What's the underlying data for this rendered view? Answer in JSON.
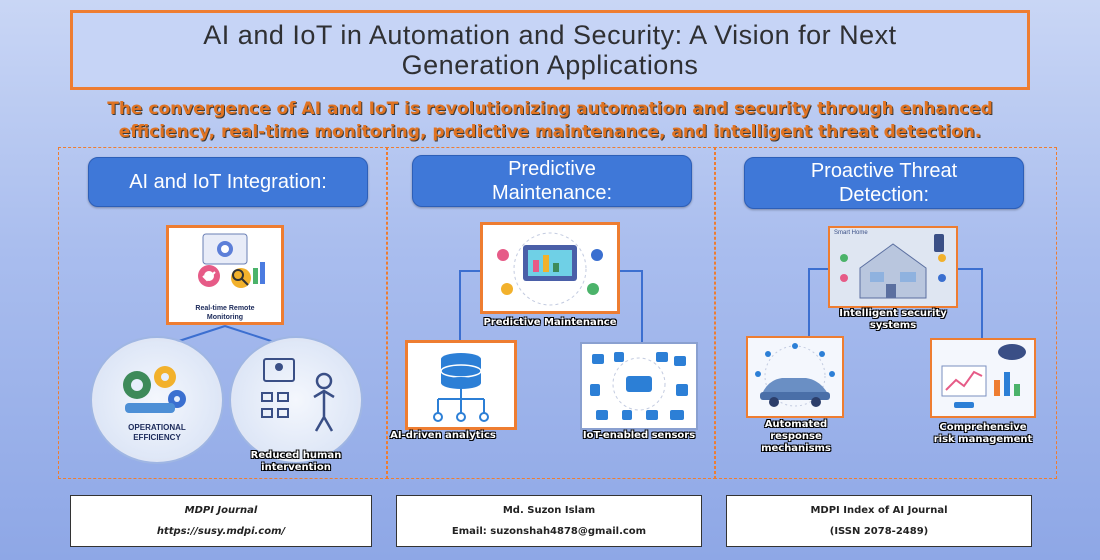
{
  "title": {
    "line1": "AI and IoT in Automation and Security: A Vision for Next",
    "line2": "Generation Applications"
  },
  "subtitle": {
    "line1": "The convergence of AI and IoT is revolutionizing automation and security through enhanced",
    "line2": "efficiency, real-time monitoring, predictive maintenance, and intelligent threat detection."
  },
  "sections": {
    "integration": {
      "heading": "AI and IoT Integration:",
      "main_image_caption": "Real-time Remote Monitoring",
      "left_badge_text1": "OPERATIONAL",
      "left_badge_text2": "EFFICIENCY",
      "right_caption": "Reduced human intervention"
    },
    "maintenance": {
      "heading_line1": "Predictive",
      "heading_line2": "Maintenance:",
      "main_caption": "Predictive Maintenance",
      "left_caption": "AI-driven analytics",
      "right_caption": "IoT-enabled sensors"
    },
    "threat": {
      "heading_line1": "Proactive Threat",
      "heading_line2": "Detection:",
      "main_label": "Smart Home",
      "main_caption": "Intelligent security systems",
      "left_caption": "Automated response mechanisms",
      "right_caption": "Comprehensive risk management"
    }
  },
  "footer": {
    "journal_name": "MDPI Journal",
    "journal_url": "https://susy.mdpi.com/",
    "author_name": "Md. Suzon Islam",
    "author_email": "Email: suzonshah4878@gmail.com",
    "index_name": "MDPI Index of AI Journal",
    "issn": "(ISSN 2078-2489)"
  },
  "colors": {
    "accent_orange": "#ee7d31",
    "heading_blue": "#3f78d8",
    "background": "#a9bdee"
  }
}
